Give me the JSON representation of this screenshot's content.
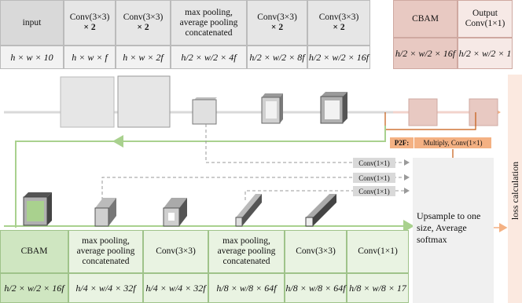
{
  "top_table": {
    "headers": [
      {
        "line1": "input",
        "line2": ""
      },
      {
        "line1": "Conv(3×3)",
        "line2": "× 2"
      },
      {
        "line1": "Conv(3×3)",
        "line2": "× 2"
      },
      {
        "line1": "max pooling, average pooling concatenated",
        "line2": ""
      },
      {
        "line1": "Conv(3×3)",
        "line2": "× 2"
      },
      {
        "line1": "Conv(3×3)",
        "line2": "× 2"
      }
    ],
    "dims": [
      "h × w × 10",
      "h × w × f",
      "h × w × 2f",
      "h/2 × w/2 × 4f",
      "h/2 × w/2 × 8f",
      "h/2 × w/2 × 16f"
    ]
  },
  "right_table": {
    "headers": [
      "CBAM",
      "Output Conv(1×1)"
    ],
    "dims": [
      "h/2 × w/2 × 16f",
      "h/2 × w/2 × 1"
    ]
  },
  "bottom_table": {
    "headers": [
      "CBAM",
      "max pooling, average pooling concatenated",
      "Conv(3×3)",
      "max pooling, average pooling concatenated",
      "Conv(3×3)",
      "Conv(1×1)"
    ],
    "dims": [
      "h/2 × w/2 × 16f",
      "h/4 × w/4 × 32f",
      "h/4 × w/4 × 32f",
      "h/8 × w/8 × 64f",
      "h/8 × w/8 × 64f",
      "h/8 × w/8 × 17"
    ]
  },
  "p2f": {
    "tag": "P2F:",
    "text": "Multiply, Conv(1×1)"
  },
  "conv_labels": [
    "Conv(1×1)",
    "Conv(1×1)",
    "Conv(1×1)"
  ],
  "upsample_text": "Upsample to one size, Average softmax",
  "loss_text": "loss calculation",
  "colors": {
    "gray_cell": "#e6e6e6",
    "dark_gray_cell": "#d9d9d9",
    "pink_cell": "#e8c9c2",
    "light_pink": "#f6e9e6",
    "green_cell": "#cfe6c1",
    "light_green": "#e9f3e2",
    "orange": "#f4b183",
    "arrow_green": "#a9d18e",
    "arrow_orange": "#c55a11"
  }
}
